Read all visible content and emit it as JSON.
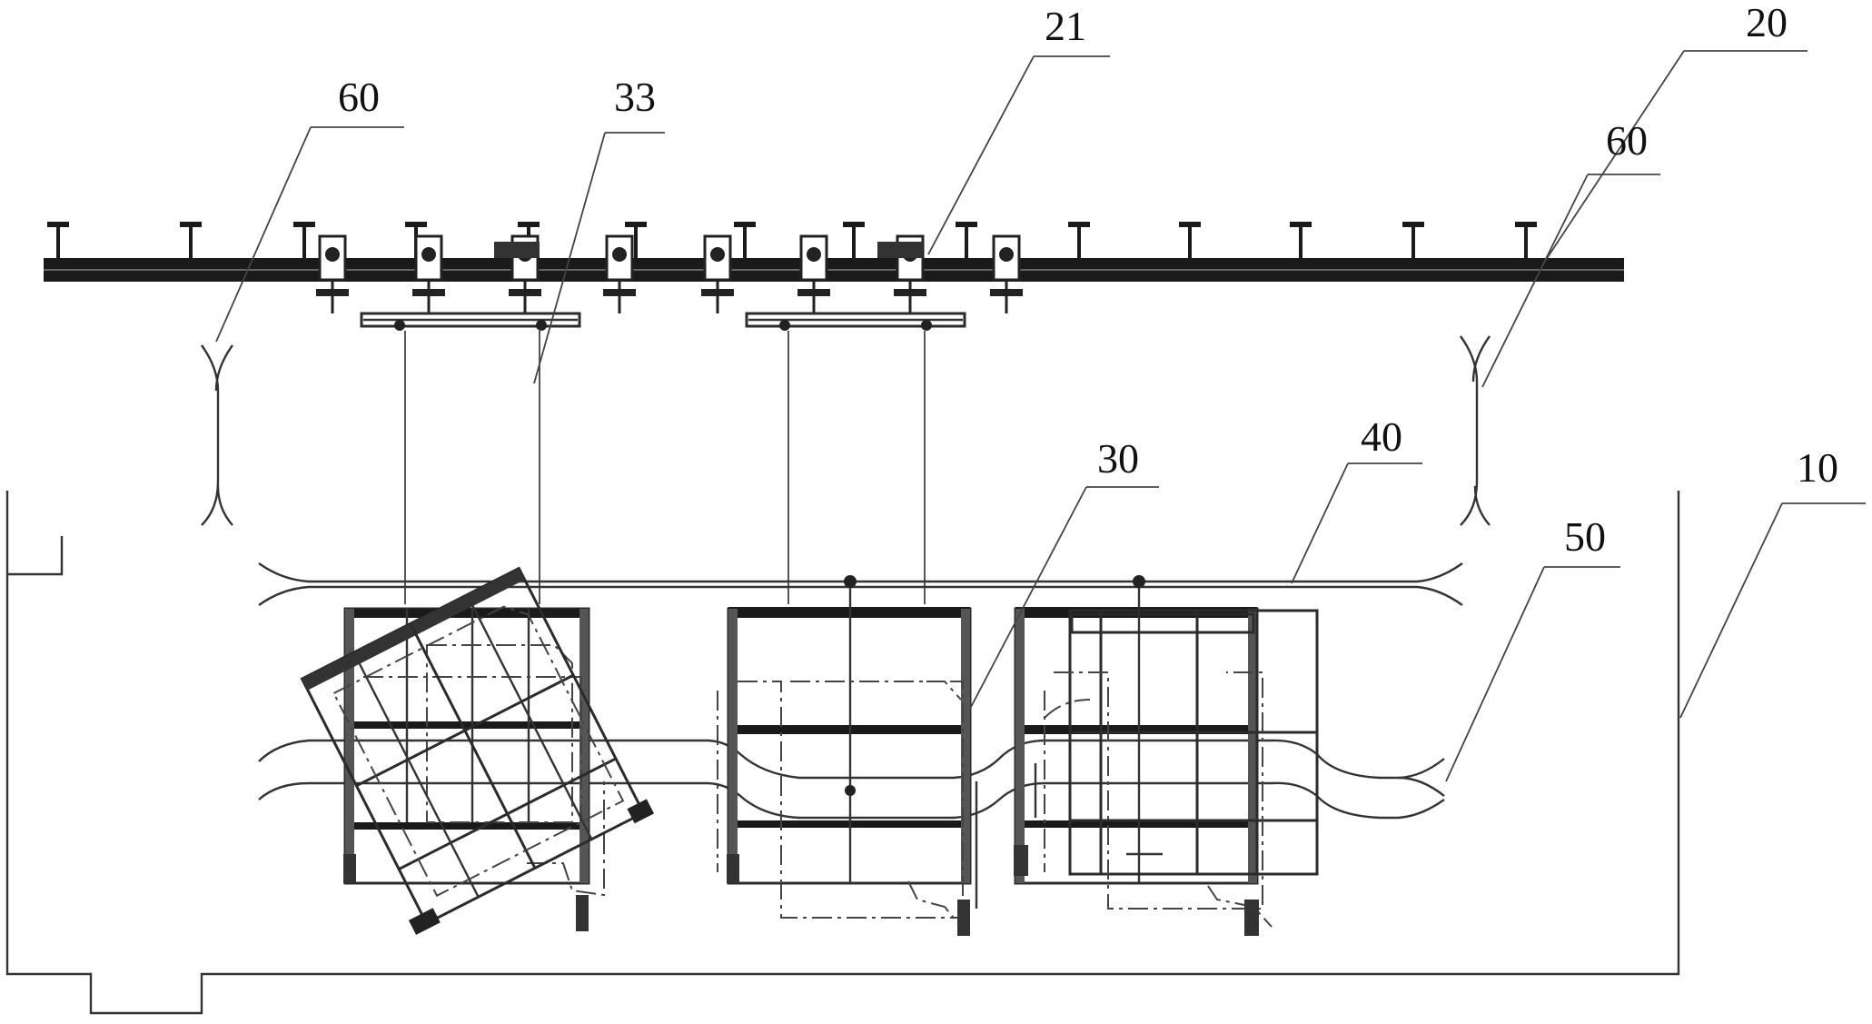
{
  "labels": {
    "l60a": "60",
    "l33": "33",
    "l21": "21",
    "l20": "20",
    "l60b": "60",
    "l30": "30",
    "l40": "40",
    "l50": "50",
    "l10": "10"
  }
}
